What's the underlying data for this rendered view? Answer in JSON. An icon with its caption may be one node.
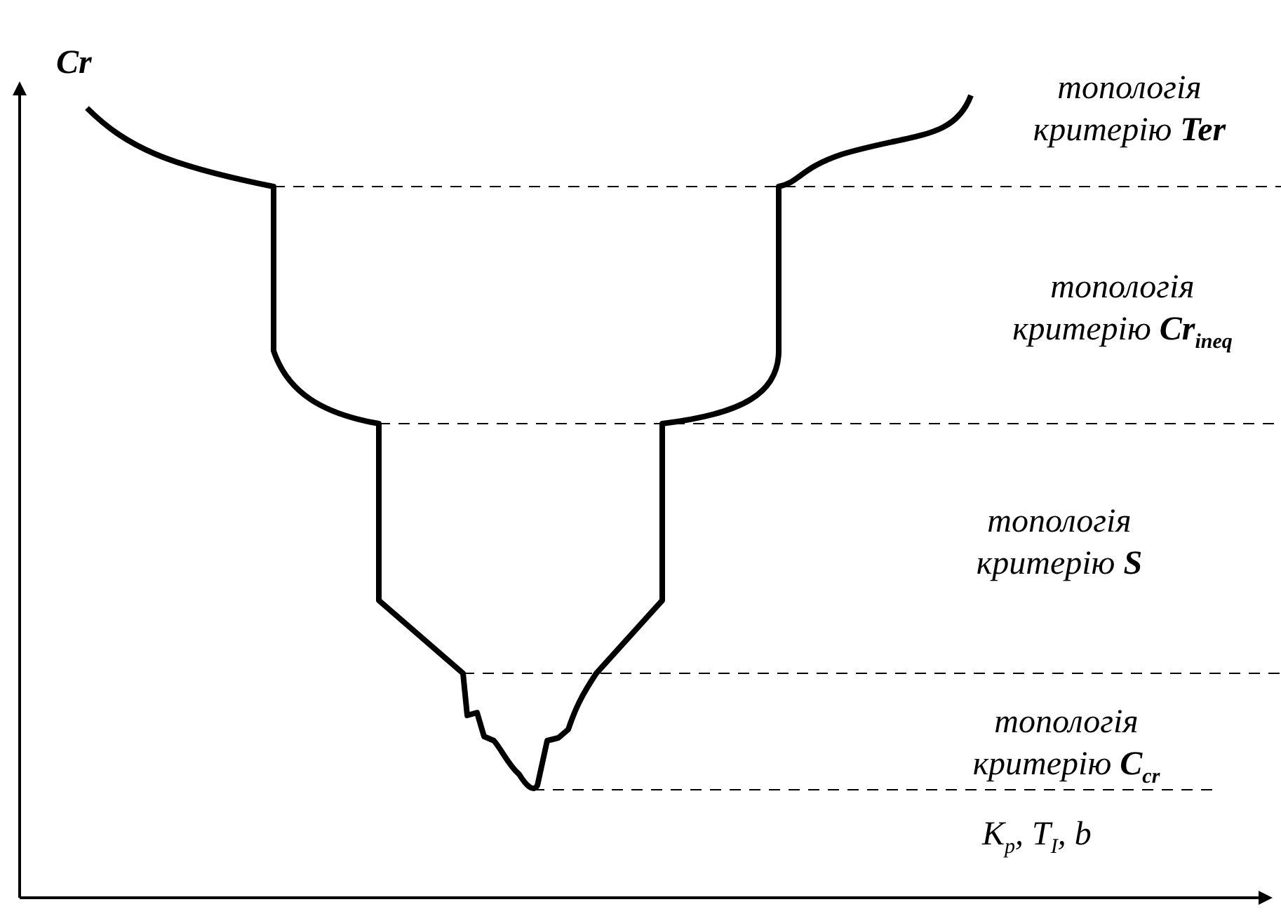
{
  "diagram": {
    "labels": [
      "Cr",
      "топологія критерію **Ter**",
      "топологія критерію **Cr**$_{ineq}$",
      "топологія критерію **S**",
      "топологія критерію **C**$_{cr}$",
      "K$_{p}$, T$_{I}$, b"
    ]
  }
}
